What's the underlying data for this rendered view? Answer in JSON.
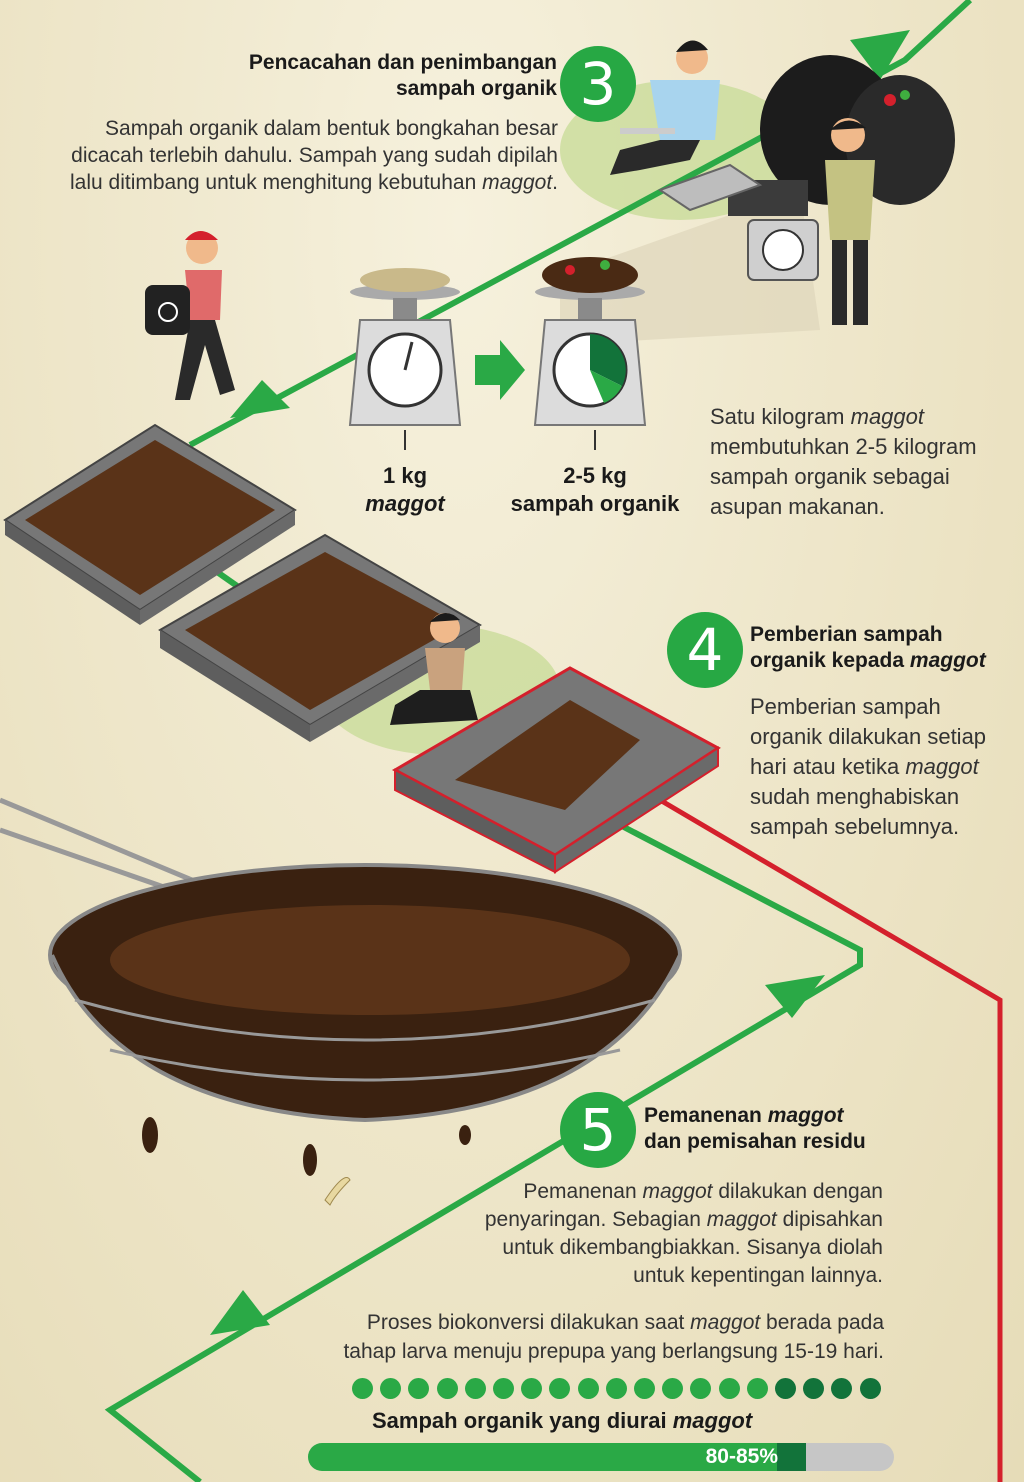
{
  "colors": {
    "green": "#2aa946",
    "dark_green": "#12733a",
    "red": "#d4202c",
    "soil": "#5a3318",
    "tray": "#8f8f8f",
    "text": "#333333"
  },
  "step3": {
    "number": "3",
    "title_line1": "Pencacahan dan penimbangan",
    "title_line2": "sampah organik",
    "body_line1": "Sampah organik dalam bentuk bongkahan besar",
    "body_line2": "dicacah terlebih dahulu. Sampah yang sudah dipilah",
    "body_line3_pre": "lalu ditimbang untuk menghitung kebutuhan ",
    "body_line3_em": "maggot",
    "body_line3_post": "."
  },
  "scales": {
    "left_value": "1 kg",
    "left_label": "maggot",
    "right_value": "2-5 kg",
    "right_label": "sampah organik",
    "note_line1_pre": "Satu kilogram ",
    "note_line1_em": "maggot",
    "note_line2": "membutuhkan 2-5 kilogram",
    "note_line3": "sampah organik sebagai",
    "note_line4": "asupan makanan."
  },
  "step4": {
    "number": "4",
    "title_line1": "Pemberian sampah",
    "title_line2_pre": "organik kepada ",
    "title_line2_em": "maggot",
    "body_line1": "Pemberian sampah",
    "body_line2": "organik dilakukan setiap",
    "body_line3_pre": "hari atau ketika ",
    "body_line3_em": "maggot",
    "body_line4": "sudah menghabiskan",
    "body_line5": "sampah sebelumnya."
  },
  "step5": {
    "number": "5",
    "title_line1_pre": "Pemanenan ",
    "title_line1_em": "maggot",
    "title_line2": "dan pemisahan residu",
    "body_line1_pre": "Pemanenan ",
    "body_line1_em": "maggot",
    "body_line1_post": " dilakukan dengan",
    "body_line2_pre": "penyaringan. Sebagian ",
    "body_line2_em": "maggot",
    "body_line2_post": " dipisahkan",
    "body_line3": "untuk dikembangbiakkan. Sisanya diolah",
    "body_line4": "untuk kepentingan lainnya.",
    "note_line1_pre": "Proses biokonversi dilakukan saat ",
    "note_line1_em": "maggot",
    "note_line1_post": " berada pada",
    "note_line2": "tahap larva menuju prepupa yang berlangsung 15-19 hari."
  },
  "progress": {
    "dots_total": 19,
    "dots_light": 15,
    "title_pre": "Sampah organik yang diurai ",
    "title_em": "maggot",
    "value_label": "80-85%",
    "fill_fraction": 0.8,
    "fill_dark_fraction": 0.85
  }
}
